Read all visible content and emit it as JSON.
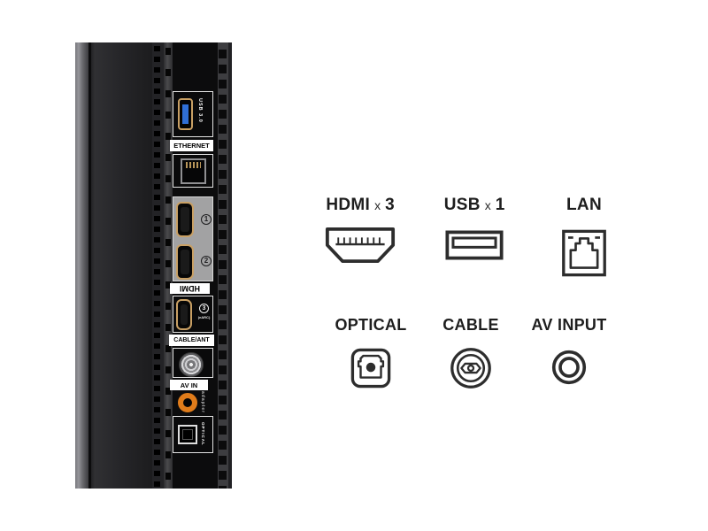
{
  "tv": {
    "usb_port_label": "USB 3.0",
    "ethernet_label": "ETHERNET",
    "hdmi1_number": "1",
    "hdmi2_number": "2",
    "hdmi_logo": "HDMI",
    "hdmi3_number": "3",
    "hdmi3_earc": "(eARC)",
    "cable_ant_label": "CABLE/ANT",
    "av_in_label": "AV IN",
    "adapter_label": "adapter",
    "optical_label": "OPTICAL"
  },
  "legend": {
    "items": [
      {
        "id": "hdmi",
        "label": "HDMI",
        "times": "x",
        "count": "3",
        "icon": "hdmi-connector-icon"
      },
      {
        "id": "usb",
        "label": "USB",
        "times": "x",
        "count": "1",
        "icon": "usb-connector-icon"
      },
      {
        "id": "lan",
        "label": "LAN",
        "icon": "lan-connector-icon"
      },
      {
        "id": "optical",
        "label": "OPTICAL",
        "icon": "optical-connector-icon"
      },
      {
        "id": "cable",
        "label": "CABLE",
        "icon": "cable-connector-icon"
      },
      {
        "id": "av_input",
        "label": "AV INPUT",
        "icon": "av-input-connector-icon"
      }
    ]
  },
  "colors": {
    "background": "#ffffff",
    "icon_stroke": "#2d2d2d",
    "label_text": "#1e1e1e",
    "usb_blue": "#2f6fd6",
    "connector_gold": "#c9a064",
    "jack_orange": "#e07c1a",
    "hdmi_panel_gray": "#a2a2a3",
    "panel_black": "#0b0b0c"
  }
}
